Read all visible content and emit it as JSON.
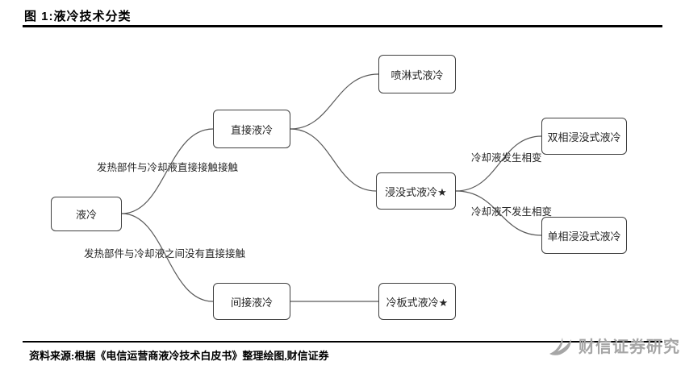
{
  "header": {
    "title": "图 1:液冷技术分类"
  },
  "diagram": {
    "nodes": {
      "root": {
        "label": "液冷"
      },
      "direct": {
        "label": "直接液冷"
      },
      "indirect": {
        "label": "间接液冷"
      },
      "spray": {
        "label": "喷淋式液冷"
      },
      "immersion": {
        "label": "浸没式液冷★"
      },
      "cold_plate": {
        "label": "冷板式液冷★"
      },
      "two_phase": {
        "label": "双相浸没式液冷"
      },
      "single_phase": {
        "label": "单相浸没式液冷"
      }
    },
    "edges": [
      {
        "from": "液冷",
        "to": "直接液冷",
        "label": "发热部件与冷却液直接接触接触"
      },
      {
        "from": "液冷",
        "to": "间接液冷",
        "label": "发热部件与冷却液之间没有直接接触"
      },
      {
        "from": "直接液冷",
        "to": "喷淋式液冷",
        "label": ""
      },
      {
        "from": "直接液冷",
        "to": "浸没式液冷★",
        "label": ""
      },
      {
        "from": "浸没式液冷★",
        "to": "双相浸没式液冷",
        "label": "冷却液发生相变"
      },
      {
        "from": "浸没式液冷★",
        "to": "单相浸没式液冷",
        "label": "冷却液不发生相变"
      },
      {
        "from": "间接液冷",
        "to": "冷板式液冷★",
        "label": ""
      }
    ]
  },
  "footer": {
    "source": "资料来源:根据《电信运营商液冷技术白皮书》整理绘图,财信证券"
  },
  "watermark": {
    "text": "财信证券研究"
  },
  "colors": {
    "rule": "#000000",
    "node_border": "#404040",
    "connector": "#595959",
    "watermark_gray": "#a6a6a6"
  }
}
